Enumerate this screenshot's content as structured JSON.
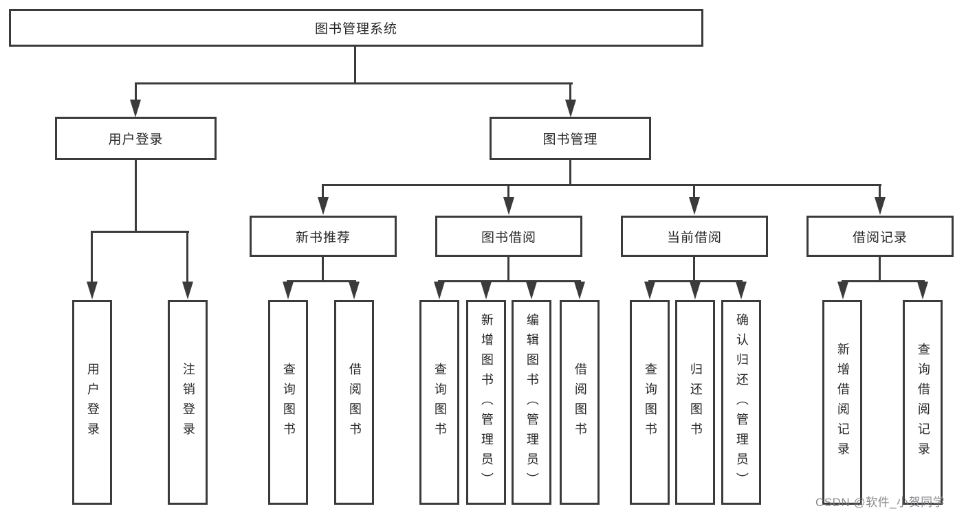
{
  "diagram": {
    "root": {
      "label": "图书管理系统",
      "children": [
        {
          "label": "用户登录",
          "children": [
            {
              "label": "用户登录"
            },
            {
              "label": "注销登录"
            }
          ]
        },
        {
          "label": "图书管理",
          "children": [
            {
              "label": "新书推荐",
              "children": [
                {
                  "label": "查询图书"
                },
                {
                  "label": "借阅图书"
                }
              ]
            },
            {
              "label": "图书借阅",
              "children": [
                {
                  "label": "查询图书"
                },
                {
                  "label": "新增图书（管理员）"
                },
                {
                  "label": "编辑图书（管理员）"
                },
                {
                  "label": "借阅图书"
                }
              ]
            },
            {
              "label": "当前借阅",
              "children": [
                {
                  "label": "查询图书"
                },
                {
                  "label": "归还图书"
                },
                {
                  "label": "确认归还（管理员）"
                }
              ]
            },
            {
              "label": "借阅记录",
              "children": [
                {
                  "label": "新增借阅记录"
                },
                {
                  "label": "查询借阅记录"
                }
              ]
            }
          ]
        }
      ]
    },
    "watermark": "CSDN @软件_小贺同学",
    "colors": {
      "line": "#3b3b3b",
      "box_border": "#3b3b3b",
      "text": "#262626",
      "watermark_text": "#808086",
      "background": "#ffffff"
    }
  }
}
